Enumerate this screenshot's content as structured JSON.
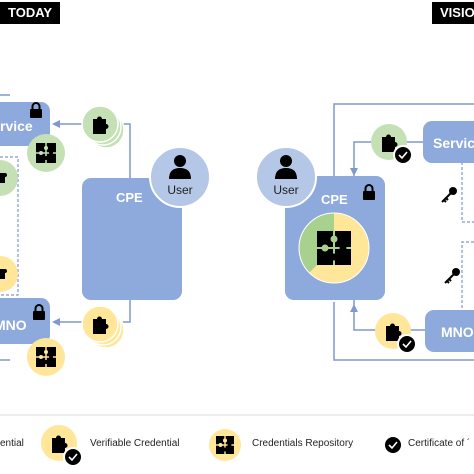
{
  "sections": {
    "today": "TODAY",
    "vision": "VISIO"
  },
  "today": {
    "service_box": "rvice",
    "mno_box": "MNO",
    "cpe_box": "CPE",
    "user_label": "User"
  },
  "vision": {
    "service_box": "Servic",
    "mno_box": "MNO",
    "cpe_box": "CPE",
    "user_label": "User"
  },
  "legend": {
    "item1": "ential",
    "item2": "Verifiable Credential",
    "item3": "Credentials Repository",
    "item4": "Certificate of ´"
  },
  "colors": {
    "box": "#8EA9DB",
    "user": "#B4C7E7",
    "credential_green": "#C5E0B4",
    "credential_yellow": "#FFE699",
    "line": "#7F98D0"
  }
}
